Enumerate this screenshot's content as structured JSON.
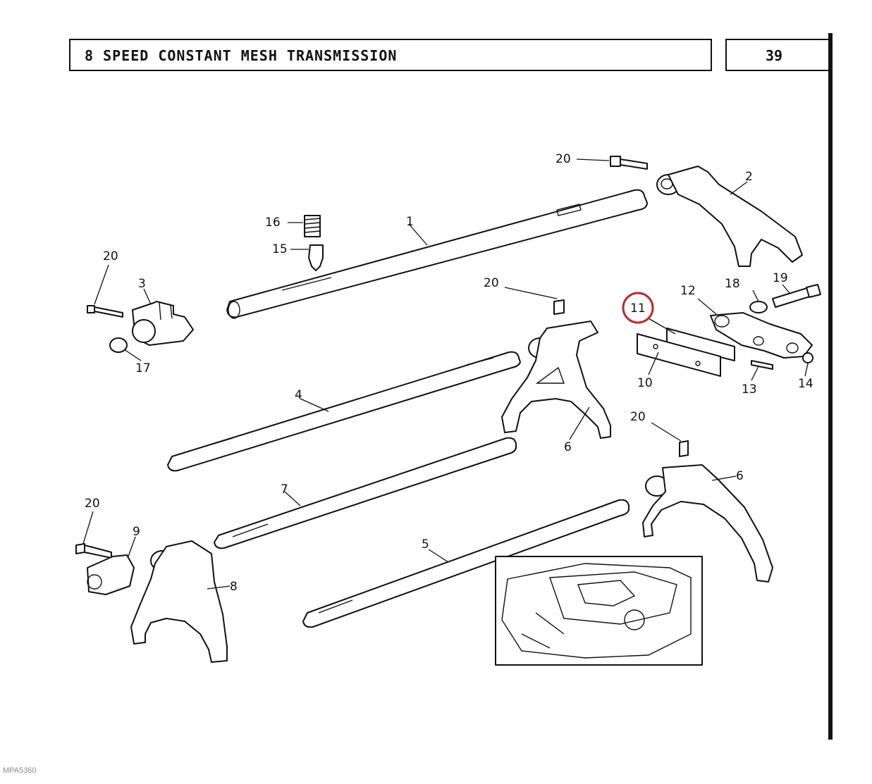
{
  "header": {
    "title": "8 SPEED CONSTANT MESH TRANSMISSION",
    "page_number": "39"
  },
  "footer": {
    "code": "MPA5360"
  },
  "callouts": [
    {
      "id": "c20a",
      "label": "20"
    },
    {
      "id": "c2",
      "label": "2"
    },
    {
      "id": "c16",
      "label": "16"
    },
    {
      "id": "c1",
      "label": "1"
    },
    {
      "id": "c15",
      "label": "15"
    },
    {
      "id": "c20b",
      "label": "20"
    },
    {
      "id": "c3",
      "label": "3"
    },
    {
      "id": "c17",
      "label": "17"
    },
    {
      "id": "c20c",
      "label": "20"
    },
    {
      "id": "c11",
      "label": "11"
    },
    {
      "id": "c12",
      "label": "12"
    },
    {
      "id": "c18",
      "label": "18"
    },
    {
      "id": "c19",
      "label": "19"
    },
    {
      "id": "c10",
      "label": "10"
    },
    {
      "id": "c13",
      "label": "13"
    },
    {
      "id": "c14",
      "label": "14"
    },
    {
      "id": "c4",
      "label": "4"
    },
    {
      "id": "c6a",
      "label": "6"
    },
    {
      "id": "c20d",
      "label": "20"
    },
    {
      "id": "c6b",
      "label": "6"
    },
    {
      "id": "c7",
      "label": "7"
    },
    {
      "id": "c20e",
      "label": "20"
    },
    {
      "id": "c9",
      "label": "9"
    },
    {
      "id": "c8",
      "label": "8"
    },
    {
      "id": "c5",
      "label": "5"
    }
  ],
  "highlight": {
    "label": "11",
    "color": "#c0282a"
  }
}
